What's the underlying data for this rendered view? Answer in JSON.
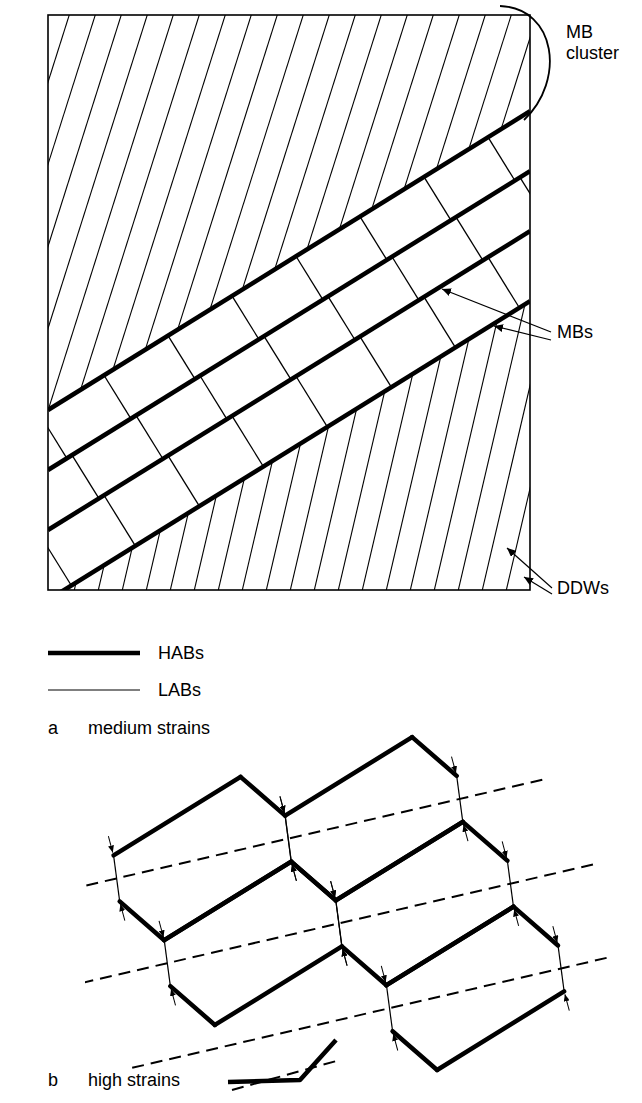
{
  "diagram": {
    "labels": [
      "MB cluster",
      "MBs",
      "DDWs",
      "a",
      "medium strains",
      "b",
      "high strains"
    ],
    "legend": [
      {
        "text": "HABs"
      },
      {
        "text": "LABs"
      }
    ]
  }
}
